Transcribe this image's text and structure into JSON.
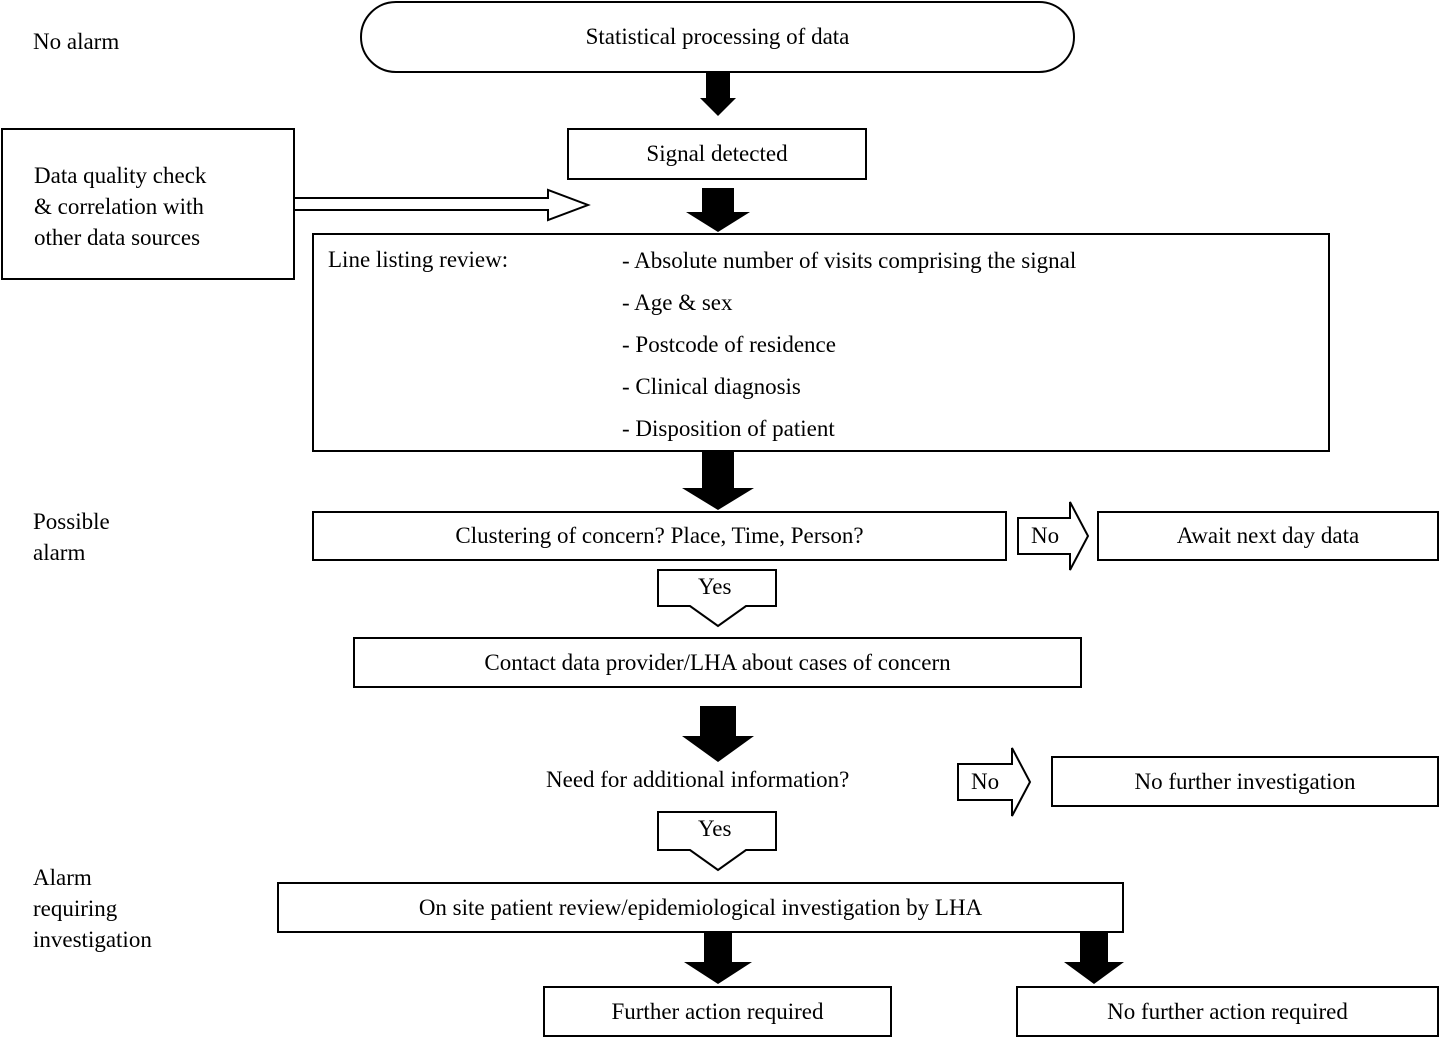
{
  "stages": {
    "no_alarm": "No alarm",
    "possible_alarm_line1": "Possible",
    "possible_alarm_line2": "alarm",
    "alarm_line1": "Alarm",
    "alarm_line2": "requiring",
    "alarm_line3": "investigation"
  },
  "nodes": {
    "statistical_processing": "Statistical processing of data",
    "signal_detected": "Signal detected",
    "data_quality_line1": "Data quality check",
    "data_quality_line2": "& correlation with",
    "data_quality_line3": "other data sources",
    "line_listing_title": "Line listing review:",
    "line_listing_items": [
      "- Absolute number of visits comprising the signal",
      "- Age & sex",
      "- Postcode of residence",
      "- Clinical diagnosis",
      "- Disposition of patient"
    ],
    "clustering": "Clustering of concern? Place, Time, Person?",
    "await_next_day": "Await next day data",
    "contact_provider": "Contact data provider/LHA about cases of concern",
    "need_info": "Need for additional information?",
    "no_further_investigation": "No further investigation",
    "on_site_review": "On site patient review/epidemiological investigation by LHA",
    "further_action": "Further action required",
    "no_further_action": "No further action required"
  },
  "branches": {
    "no_1": "No",
    "yes_1": "Yes",
    "no_2": "No",
    "yes_2": "Yes"
  }
}
